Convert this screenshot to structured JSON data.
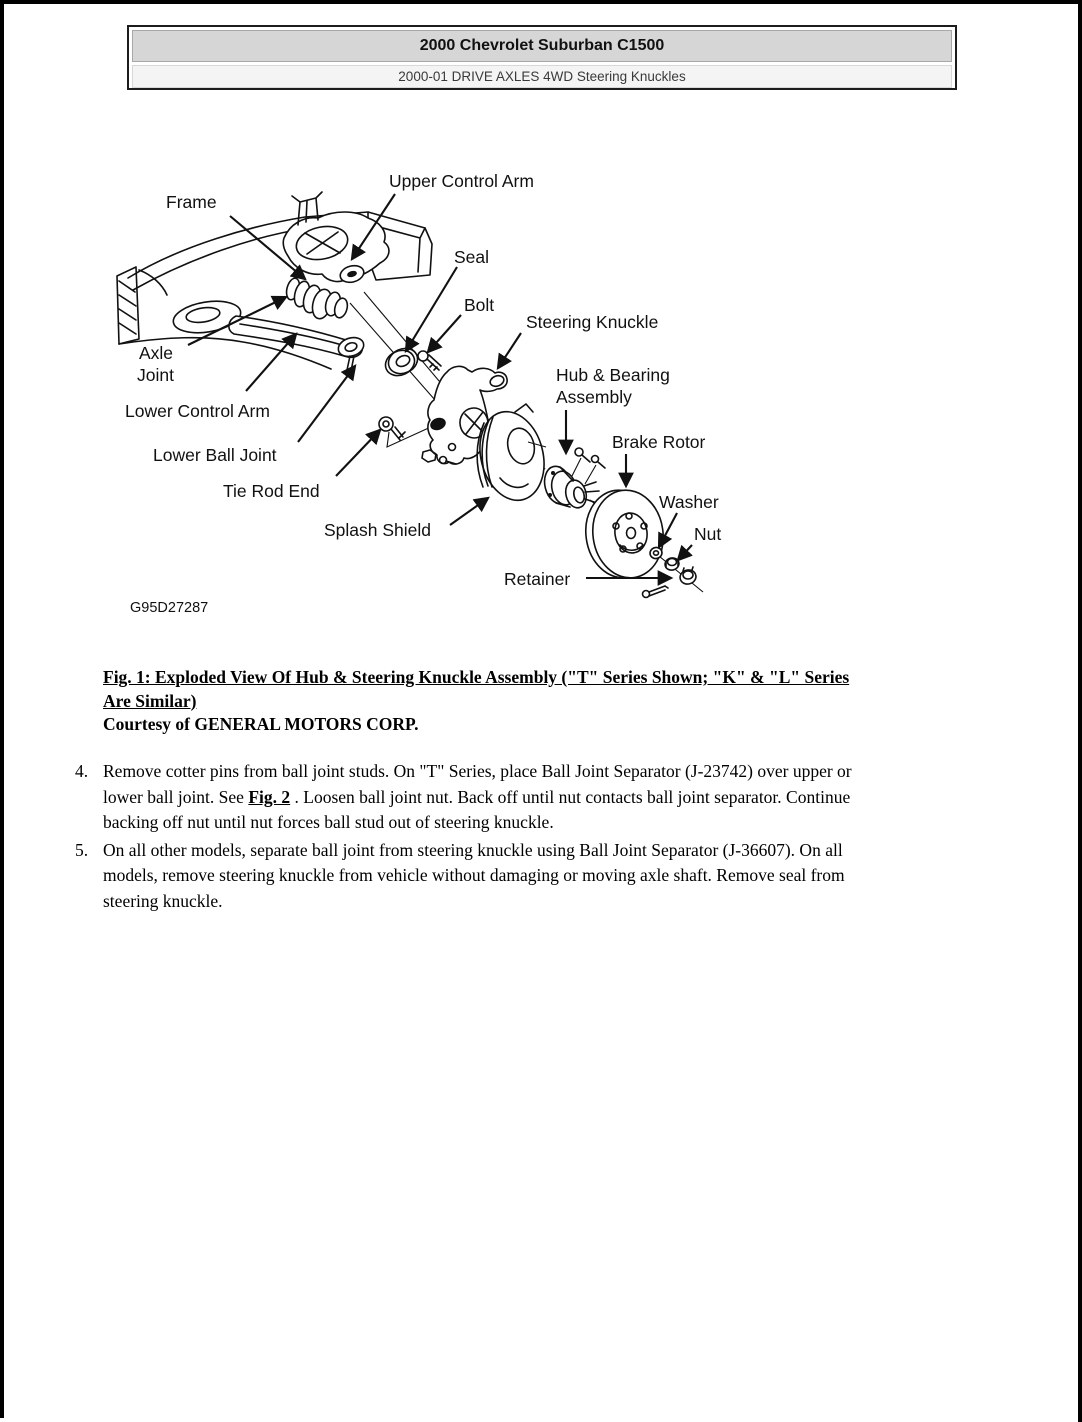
{
  "header": {
    "title": "2000 Chevrolet Suburban C1500",
    "subtitle": "2000-01 DRIVE AXLES 4WD Steering Knuckles"
  },
  "diagram": {
    "labels": {
      "frame": "Frame",
      "upper_control_arm": "Upper Control Arm",
      "seal": "Seal",
      "bolt": "Bolt",
      "steering_knuckle": "Steering Knuckle",
      "axle_joint_line1": "Axle",
      "axle_joint_line2": "Joint",
      "hub_bearing_line1": "Hub & Bearing",
      "hub_bearing_line2": "Assembly",
      "lower_control_arm": "Lower Control Arm",
      "brake_rotor": "Brake Rotor",
      "lower_ball_joint": "Lower Ball Joint",
      "tie_rod_end": "Tie Rod End",
      "washer": "Washer",
      "splash_shield": "Splash Shield",
      "nut": "Nut",
      "retainer": "Retainer"
    },
    "figure_code": "G95D27287"
  },
  "caption": {
    "line1": "Fig. 1: Exploded View Of Hub & Steering Knuckle Assembly (\"T\" Series Shown; \"K\" & \"L\" Series",
    "line2": "Are Similar)",
    "courtesy": "Courtesy of GENERAL MOTORS CORP."
  },
  "steps": {
    "item4": {
      "number": "4.",
      "line1": "Remove cotter pins from ball joint studs. On \"T\" Series, place Ball Joint Separator (J-23742) over upper or",
      "line2_pre": "lower ball joint. See ",
      "link": "Fig. 2",
      "line2_post": " . Loosen ball joint nut. Back off until nut contacts ball joint separator. Continue",
      "line3": "backing off nut until nut forces ball stud out of steering knuckle."
    },
    "item5": {
      "number": "5.",
      "line1": "On all other models, separate ball joint from steering knuckle using Ball Joint Separator (J-36607). On all",
      "line2": "models, remove steering knuckle from vehicle without damaging or moving axle shaft. Remove seal from",
      "line3": "steering knuckle."
    }
  },
  "colors": {
    "header_bg": "#d6d6d6",
    "subheader_bg": "#f4f4f4",
    "line_color": "#111111"
  }
}
